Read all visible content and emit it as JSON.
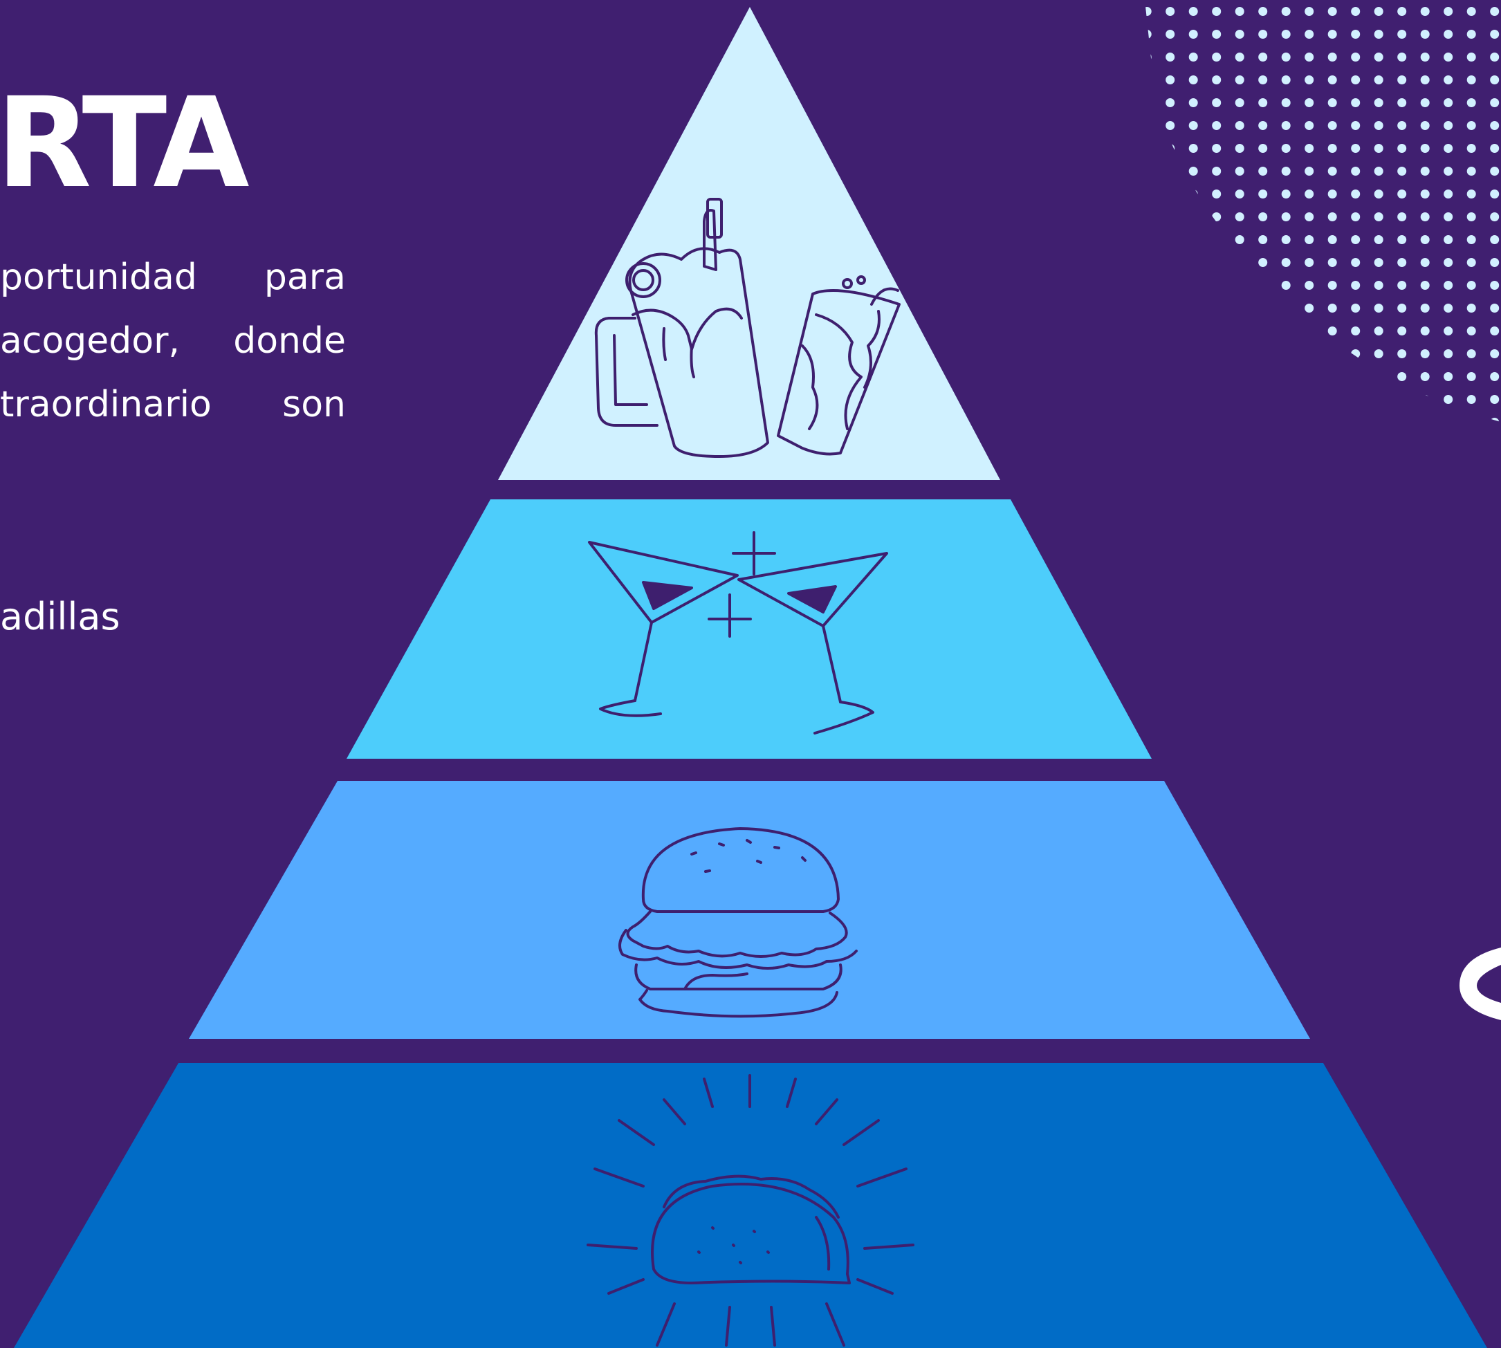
{
  "title": "RTA",
  "paragraph_lines": [
    "portunidad  para",
    "acogedor, donde",
    "traordinario  son"
  ],
  "list_item": "adillas",
  "colors": {
    "background": "#401f70",
    "tier1": "#d0f1ff",
    "tier2": "#4dcdfb",
    "tier3": "#55abff",
    "tier4": "#016cc6",
    "icon_line": "#3e1f6e",
    "dots": "#d2f0ff"
  },
  "icons": {
    "tier1": "beer-and-soda-icon",
    "tier2": "cocktail-toast-icon",
    "tier3": "burger-icon",
    "tier4": "taco-icon"
  }
}
